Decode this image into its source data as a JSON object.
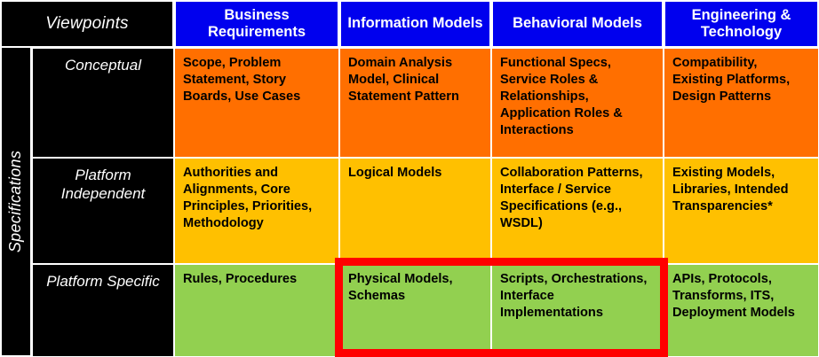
{
  "header": {
    "corner_label": "Viewpoints",
    "columns": [
      {
        "label": "Business Requirements"
      },
      {
        "label": "Information Models"
      },
      {
        "label": "Behavioral Models"
      },
      {
        "label": "Engineering & Technology"
      }
    ]
  },
  "spine": {
    "label": "Specifications"
  },
  "rows": [
    {
      "label": "Conceptual",
      "color": "#ff6f00",
      "cells": [
        "Scope, Problem Statement, Story Boards, Use Cases",
        "Domain Analysis Model, Clinical Statement Pattern",
        "Functional Specs, Service Roles & Relationships, Application Roles & Interactions",
        "Compatibility, Existing Platforms, Design Patterns"
      ]
    },
    {
      "label": "Platform Independent",
      "color": "#ffc000",
      "cells": [
        "Authorities and Alignments, Core Principles, Priorities, Methodology",
        "Logical Models",
        "Collaboration Patterns, Interface / Service Specifications (e.g., WSDL)",
        "Existing Models, Libraries, Intended Transparencies*"
      ]
    },
    {
      "label": "Platform Specific",
      "color": "#92d050",
      "cells": [
        "Rules, Procedures",
        "Physical Models, Schemas",
        "Scripts, Orchestrations, Interface Implementations",
        "APIs, Protocols, Transforms, ITS, Deployment Models"
      ]
    }
  ],
  "highlight": {
    "color": "#ff0000",
    "covers": [
      "Information Models",
      "Behavioral Models"
    ],
    "row": "Platform Specific"
  }
}
